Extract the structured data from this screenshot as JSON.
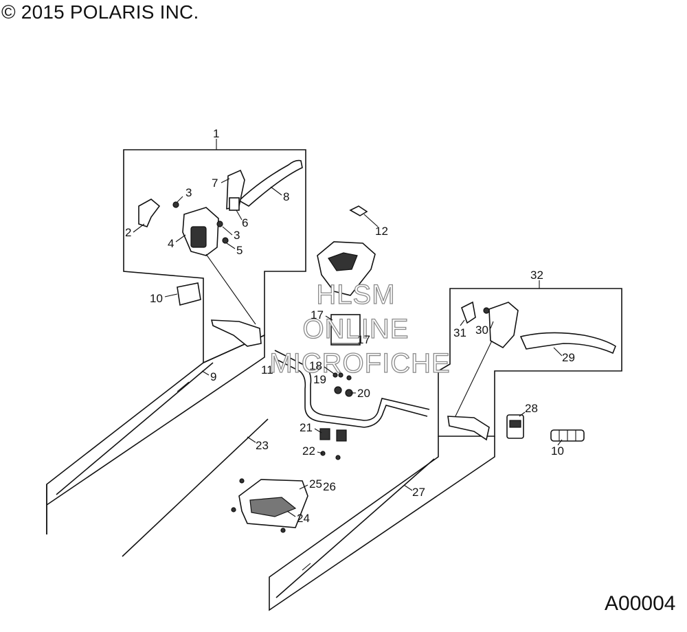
{
  "header": {
    "copyright": "© 2015 POLARIS INC."
  },
  "footer": {
    "diagram_code": "A00004"
  },
  "watermark": {
    "line1": "HLSM",
    "line2": "ONLINE",
    "line3": "MICROFICHE"
  },
  "callouts": {
    "c1": "1",
    "c2": "2",
    "c3a": "3",
    "c3b": "3",
    "c4": "4",
    "c5": "5",
    "c6": "6",
    "c7": "7",
    "c8": "8",
    "c9": "9",
    "c10a": "10",
    "c10b": "10",
    "c11": "11",
    "c12": "12",
    "c17a": "17",
    "c17b": "17",
    "c18": "18",
    "c19": "19",
    "c20": "20",
    "c21": "21",
    "c22": "22",
    "c23": "23",
    "c24": "24",
    "c25": "25",
    "c26": "26",
    "c27": "27",
    "c28": "28",
    "c29": "29",
    "c30": "30",
    "c31": "31",
    "c32": "32"
  }
}
